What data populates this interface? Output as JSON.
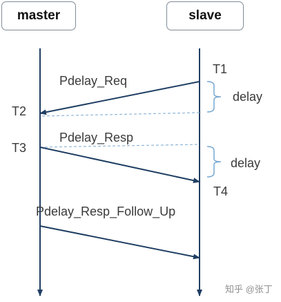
{
  "participants": {
    "master": "master",
    "slave": "slave"
  },
  "messages": [
    {
      "label": "Pdelay_Req",
      "from": "slave",
      "to": "master",
      "line": "solid"
    },
    {
      "label": "",
      "from": "slave",
      "to": "master",
      "line": "dashed"
    },
    {
      "label": "Pdelay_Resp",
      "from": "master",
      "to": "slave",
      "line": "dashed"
    },
    {
      "label": "",
      "from": "master",
      "to": "slave",
      "line": "solid"
    },
    {
      "label": "Pdelay_Resp_Follow_Up",
      "from": "master",
      "to": "slave",
      "line": "solid"
    }
  ],
  "timestamps": {
    "t1": "T1",
    "t2": "T2",
    "t3": "T3",
    "t4": "T4"
  },
  "delay_labels": {
    "first": "delay",
    "second": "delay"
  },
  "watermark": "知乎 @张丁",
  "colors": {
    "line": "#1f3e63",
    "dashed_line": "#8fb6d6",
    "brace": "#76a7d0",
    "text": "#3a3a3a"
  }
}
